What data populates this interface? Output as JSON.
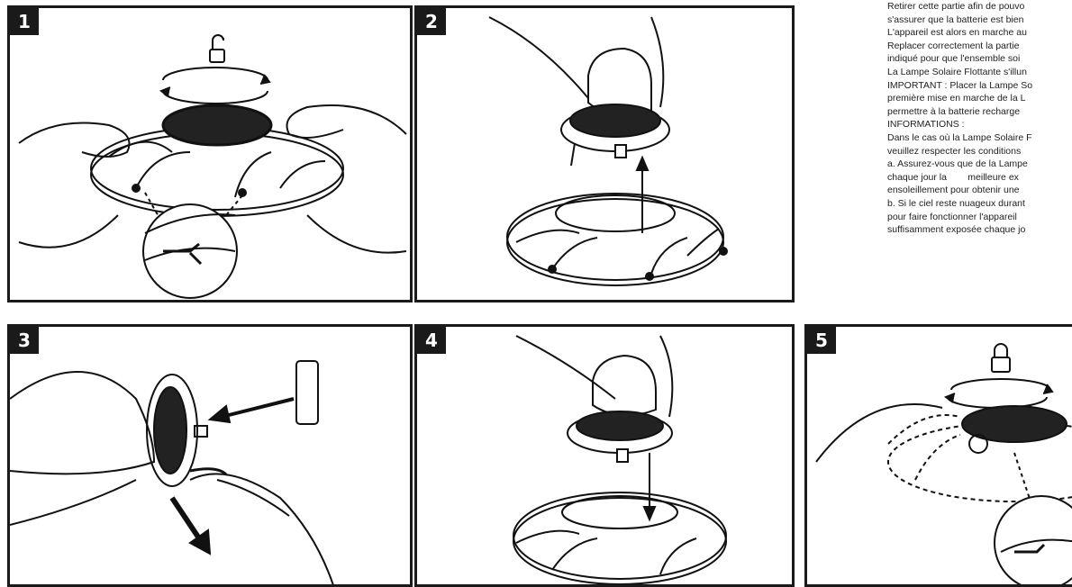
{
  "steps": [
    {
      "number": "1"
    },
    {
      "number": "2"
    },
    {
      "number": "3"
    },
    {
      "number": "4"
    },
    {
      "number": "5"
    }
  ],
  "instructions": {
    "lines": [
      "Retirer cette partie afin de pouvo",
      "s'assurer que la batterie est bien",
      "L'appareil est alors en marche au",
      "Replacer correctement la partie",
      "indiqué pour que l'ensemble soi",
      "La Lampe Solaire Flottante s'illun",
      "IMPORTANT : Placer la Lampe So",
      "première mise en marche de la L",
      "permettre à la batterie recharge",
      "INFORMATIONS :",
      "Dans le cas où la Lampe Solaire F",
      "veuillez respecter les conditions",
      "a. Assurez-vous que de la Lampe",
      "chaque jour la        meilleure ex",
      "ensoleillement pour obtenir une",
      "b. Si le ciel reste nuageux durant",
      "pour faire fonctionner l'appareil",
      "suffisamment exposée chaque jo"
    ]
  }
}
